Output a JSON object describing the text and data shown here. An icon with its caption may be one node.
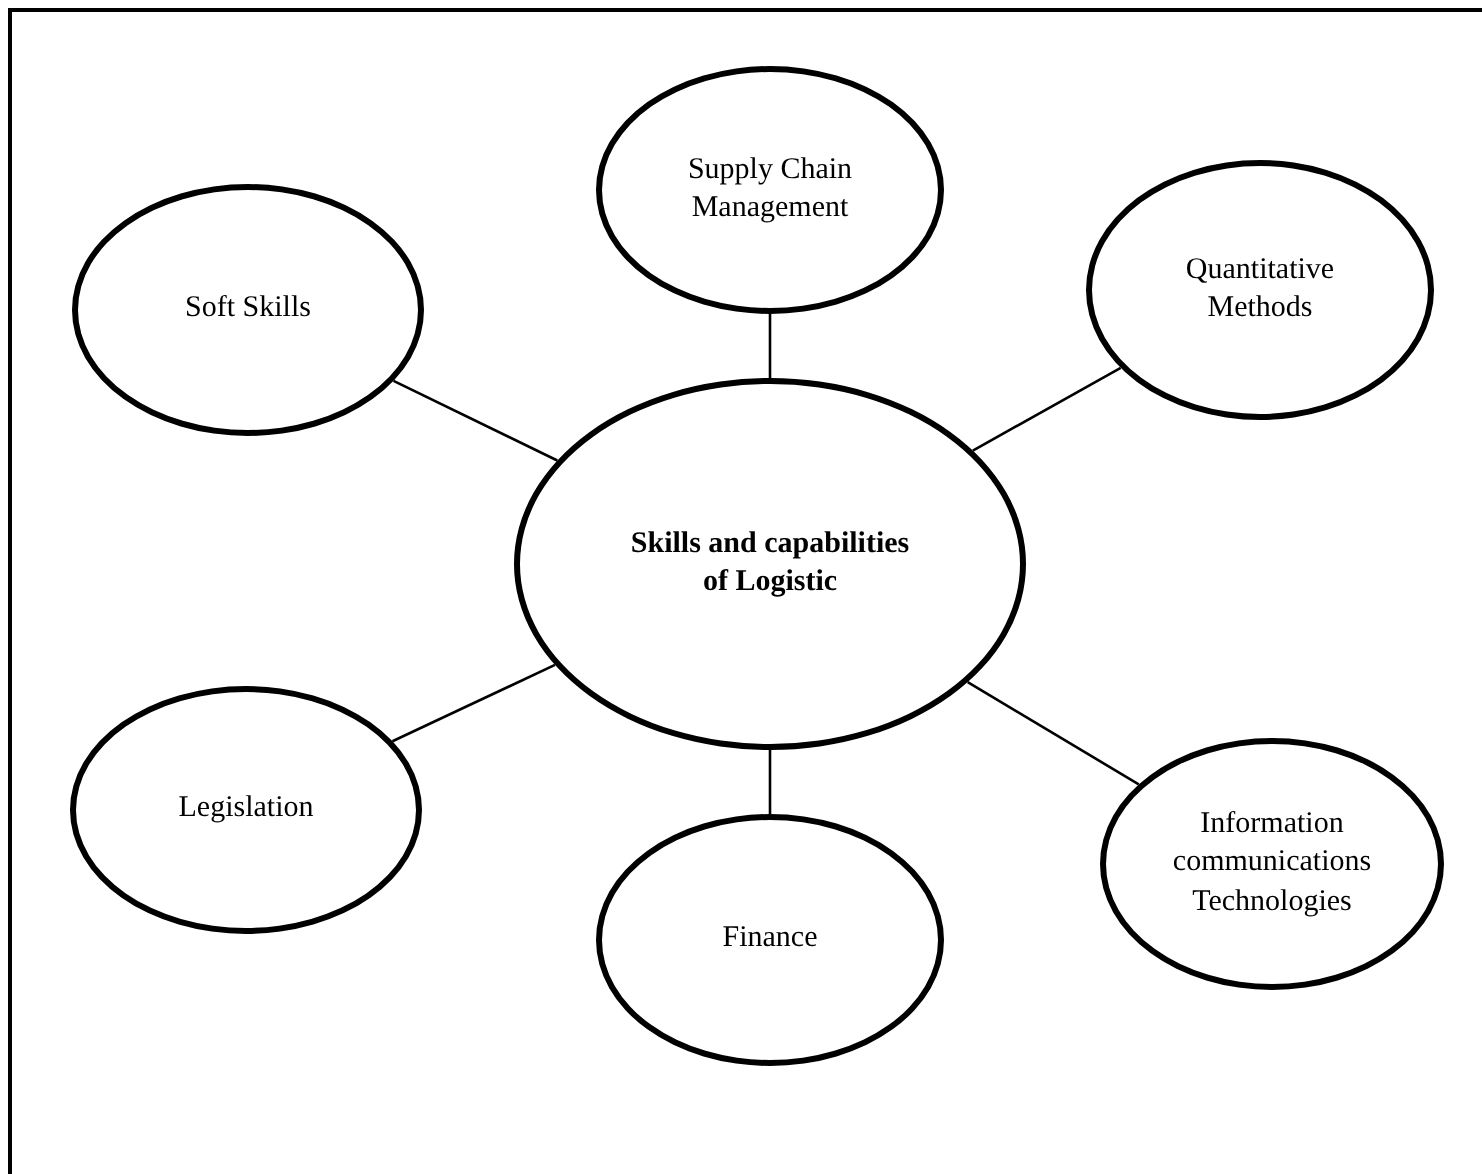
{
  "diagram": {
    "nodes": [
      {
        "text": [
          "Supply Chain Management"
        ]
      },
      {
        "text": [
          "Soft Skills"
        ]
      },
      {
        "text": [
          "Quantitative Methods"
        ]
      },
      {
        "text": [
          "Skills and capabilities of Logistic"
        ]
      },
      {
        "text": [
          "Legislation"
        ]
      },
      {
        "text": [
          "Finance"
        ]
      },
      {
        "text": [
          "Information communications Technologies"
        ]
      }
    ],
    "edges": [
      {
        "from": 3,
        "to": 0,
        "arrow": "none"
      },
      {
        "from": 3,
        "to": 1,
        "arrow": "none"
      },
      {
        "from": 3,
        "to": 2,
        "arrow": "none"
      },
      {
        "from": 3,
        "to": 4,
        "arrow": "none"
      },
      {
        "from": 3,
        "to": 5,
        "arrow": "none"
      },
      {
        "from": 3,
        "to": 6,
        "arrow": "none"
      }
    ]
  }
}
